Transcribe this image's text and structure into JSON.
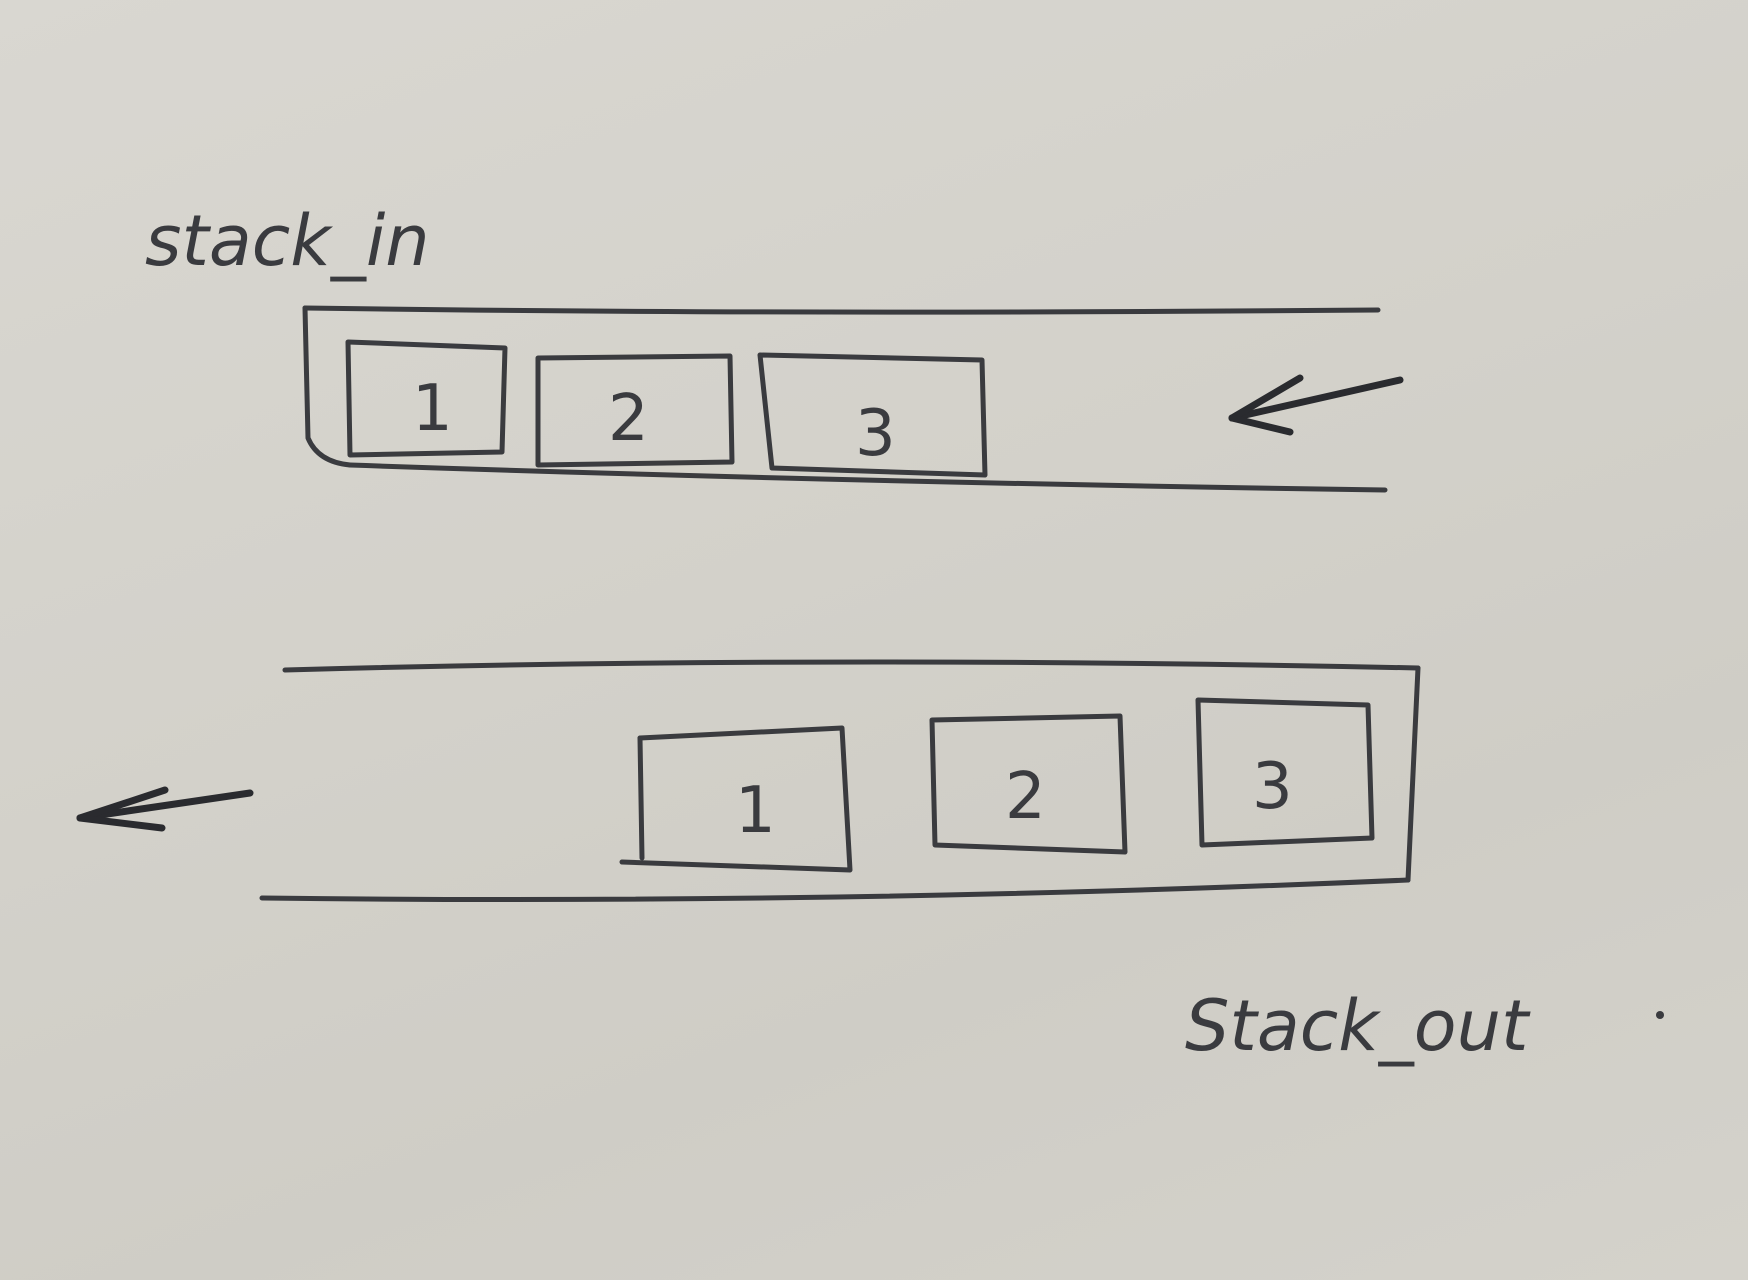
{
  "labels": {
    "top": "stack_in",
    "bottom": "Stack_out"
  },
  "stack_in": {
    "boxes": [
      "1",
      "2",
      "3"
    ]
  },
  "stack_out": {
    "boxes": [
      "1",
      "2",
      "3"
    ]
  },
  "colors": {
    "paper": "#d4d2cb",
    "ink": "#3a3b3f"
  }
}
